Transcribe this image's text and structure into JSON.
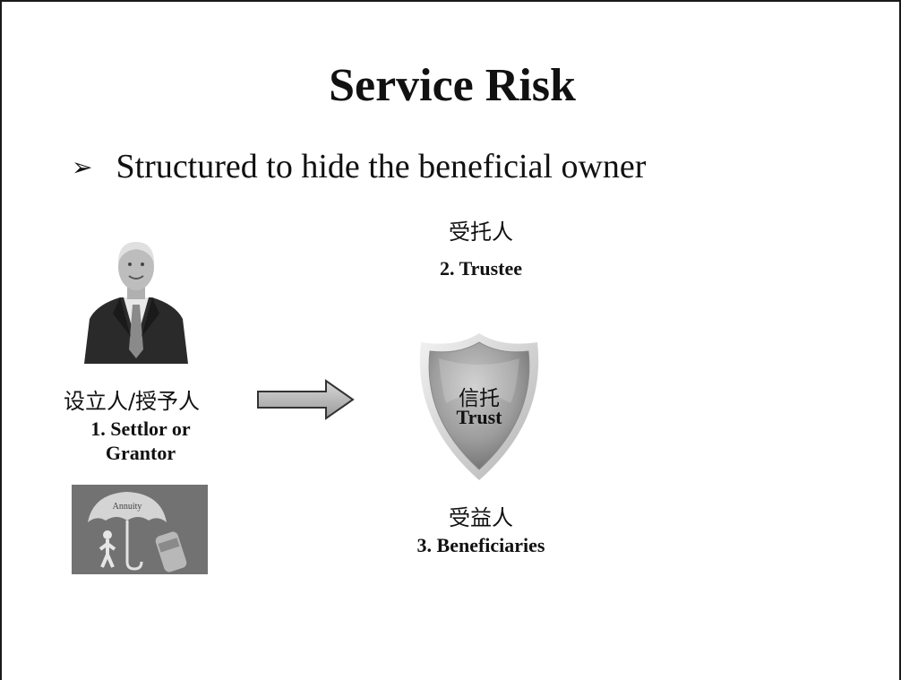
{
  "slide": {
    "title": "Service Risk",
    "bullet": {
      "glyph": "➢",
      "text": "Structured to hide the beneficial owner"
    },
    "trustee": {
      "cn": "受托人",
      "en": "2. Trustee"
    },
    "settlor": {
      "cn": "设立人/授予人",
      "en_line1": "1. Settlor or",
      "en_line2": "Grantor"
    },
    "trust": {
      "cn": "信托",
      "en": "Trust"
    },
    "beneficiaries": {
      "cn": "受益人",
      "en": "3. Beneficiaries"
    },
    "annuity_image": {
      "label": "Annuity"
    }
  }
}
